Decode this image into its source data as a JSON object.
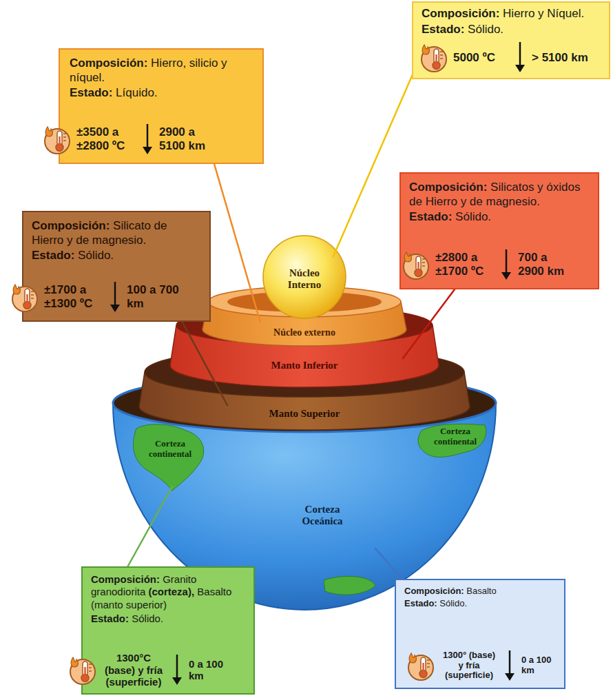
{
  "diagram": {
    "nodes": [
      {
        "text": [
          "Composición:",
          "Hierro y Níquel.",
          "Estado:",
          "Sólido.",
          "5000 ºC",
          "> 5100 km"
        ]
      },
      {
        "text": [
          "Composición:",
          "Hierro, silicio y níquel.",
          "Estado:",
          "Líquido.",
          "±3500 a ±2800 ºC",
          "2900 a 5100 km"
        ]
      },
      {
        "text": [
          "Composición:",
          "Silicatos y óxidos de Hierro y de magnesio.",
          "Estado:",
          "Sólido.",
          "±2800 a ±1700 ºC",
          "700 a 2900 km"
        ]
      },
      {
        "text": [
          "Composición:",
          "Silicato de Hierro y de magnesio.",
          "Estado:",
          "Sólido.",
          "±1700 a ±1300 ºC",
          "100 a 700 km"
        ]
      },
      {
        "text": [
          "Composición:",
          "Granito granodiorita",
          "(corteza),",
          "Basalto (manto superior)",
          "Estado:",
          "Sólido.",
          "1300°C (base) y fría (superficie)",
          "0 a 100 km"
        ]
      },
      {
        "text": [
          "Composición:",
          "Basalto",
          "Estado:",
          "Sólido.",
          "1300° (base) y fría (superficie)",
          "0 a 100 km"
        ]
      }
    ],
    "labels": [
      "Núcleo Interno",
      "Núcleo externo",
      "Manto Inferior",
      "Manto Superior",
      "Corteza continental",
      "Corteza continental",
      "Corteza Oceánica"
    ]
  }
}
